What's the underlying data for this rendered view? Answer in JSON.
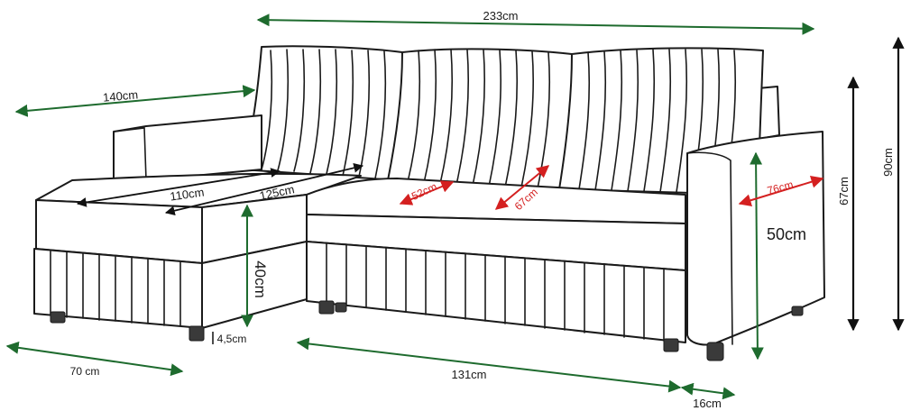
{
  "colors": {
    "outline": "#1a1a1a",
    "dimension_green": "#1e6b2e",
    "dimension_red": "#d42020",
    "dimension_black": "#111111",
    "background": "#ffffff"
  },
  "dimensions": {
    "total_width": "233cm",
    "chaise_length": "140cm",
    "chaise_inner_width": "110cm",
    "sleeping_length": "125cm",
    "cushion_width": "52cm",
    "cushion_depth": "67cm",
    "armrest_depth": "76cm",
    "seat_height": "40cm",
    "armrest_height": "50cm",
    "backrest_height": "67cm",
    "total_height": "90cm",
    "leg_height": "4,5cm",
    "chaise_width": "70 cm",
    "base_length": "131cm",
    "armrest_width": "16cm"
  }
}
